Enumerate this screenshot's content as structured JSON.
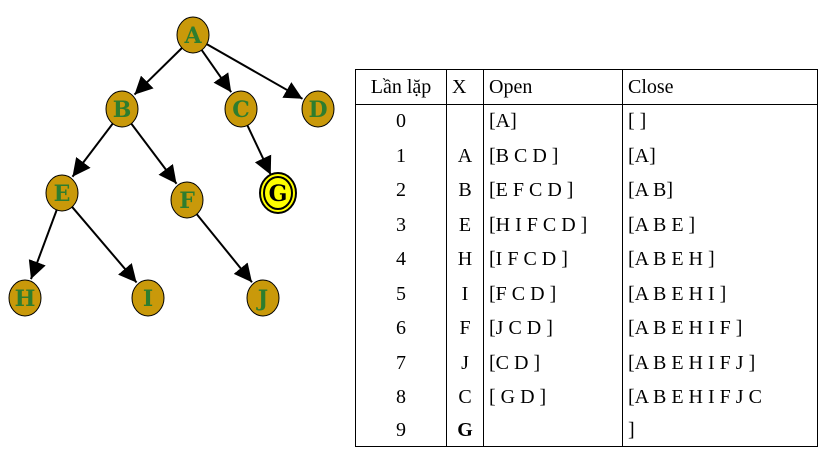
{
  "tree": {
    "nodes": {
      "A": {
        "label": "A",
        "goal": false
      },
      "B": {
        "label": "B",
        "goal": false
      },
      "C": {
        "label": "C",
        "goal": false
      },
      "D": {
        "label": "D",
        "goal": false
      },
      "E": {
        "label": "E",
        "goal": false
      },
      "F": {
        "label": "F",
        "goal": false
      },
      "G": {
        "label": "G",
        "goal": true
      },
      "H": {
        "label": "H",
        "goal": false
      },
      "I": {
        "label": "I",
        "goal": false
      },
      "J": {
        "label": "J",
        "goal": false
      }
    },
    "edges": [
      [
        "A",
        "B"
      ],
      [
        "A",
        "C"
      ],
      [
        "A",
        "D"
      ],
      [
        "B",
        "E"
      ],
      [
        "B",
        "F"
      ],
      [
        "C",
        "G"
      ],
      [
        "E",
        "H"
      ],
      [
        "E",
        "I"
      ],
      [
        "F",
        "J"
      ]
    ],
    "colors": {
      "node_fill": "#c9990a",
      "node_label": "#2e7d2e",
      "goal_fill": "#ffff00",
      "goal_label": "#000000"
    }
  },
  "table": {
    "headers": {
      "iter": "Lần lặp",
      "x": "X",
      "open": "Open",
      "close": "Close"
    },
    "rows": [
      {
        "iter": "0",
        "x": "",
        "open": "[A]",
        "close": "[ ]"
      },
      {
        "iter": "1",
        "x": "A",
        "open": "[B C D ]",
        "close": "[A]"
      },
      {
        "iter": "2",
        "x": "B",
        "open": "[E F C D ]",
        "close": "[A B]"
      },
      {
        "iter": "3",
        "x": "E",
        "open": "[H I F C D ]",
        "close": "[A B E ]"
      },
      {
        "iter": "4",
        "x": "H",
        "open": "[I F C D ]",
        "close": "[A B E H ]"
      },
      {
        "iter": "5",
        "x": "I",
        "open": "[F C D ]",
        "close": "[A B E H I ]"
      },
      {
        "iter": "6",
        "x": "F",
        "open": "[J C D ]",
        "close": "[A B E H I F ]"
      },
      {
        "iter": "7",
        "x": "J",
        "open": "[C D ]",
        "close": "[A B E H I F J ]"
      },
      {
        "iter": "8",
        "x": "C",
        "open": "[ G D ]",
        "close": "[A B E H I F J C"
      },
      {
        "iter": "9",
        "x": "G",
        "open": "",
        "close": "]"
      }
    ]
  }
}
